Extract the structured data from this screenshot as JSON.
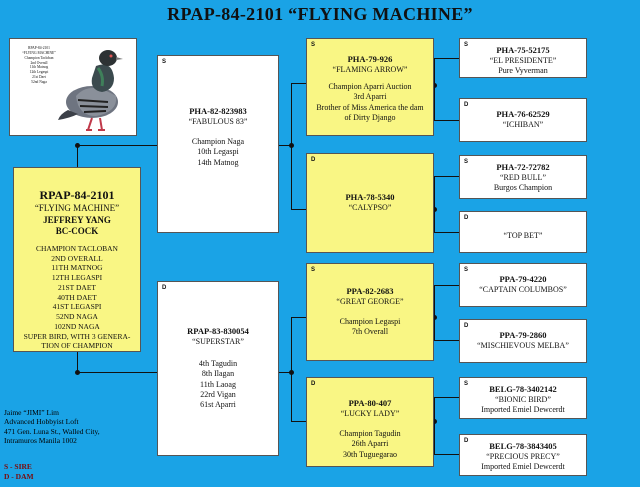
{
  "title": "RPAP-84-2101 “FLYING MACHINE”",
  "photo": {
    "caption_lines": [
      "RPAP-84-2101",
      "“FLYING MACHINE”",
      "Champion Tacloban",
      "2nd Overall",
      "11th Matnog",
      "12th Legaspi",
      "21st Daet",
      "52nd Naga"
    ]
  },
  "subject": {
    "id": "RPAP-84-2101",
    "name": "“FLYING MACHINE”",
    "owner": "JEFFREY YANG",
    "sex": "BC-COCK",
    "achievements": [
      "CHAMPION TACLOBAN",
      "2ND OVERALL",
      "11TH MATNOG",
      "12TH LEGASPI",
      "21ST DAET",
      "40TH DAET",
      "41ST LEGASPI",
      "52ND NAGA",
      "102ND NAGA",
      "SUPER BIRD, WITH 3 GENERA-",
      "TION OF CHAMPION"
    ]
  },
  "sire": {
    "tag": "S",
    "id": "PHA-82-823983",
    "name": "“FABULOUS 83”",
    "achievements": [
      "Champion Naga",
      "10th Legaspi",
      "14th Matnog"
    ]
  },
  "dam": {
    "tag": "D",
    "id": "RPAP-83-830054",
    "name": "“SUPERSTAR”",
    "achievements": [
      "4th Tagudin",
      "8th Ilagan",
      "11th Laoag",
      "22rd Vigan",
      "61st Aparri"
    ]
  },
  "grandparents": [
    {
      "tag": "S",
      "id": "PHA-79-926",
      "name": "“FLAMING ARROW”",
      "notes": [
        "Champion Aparri Auction",
        "3rd Aparri",
        "Brother of Miss America the dam",
        "of Dirty Django"
      ]
    },
    {
      "tag": "D",
      "id": "PHA-78-5340",
      "name": "“CALYPSO”",
      "notes": []
    },
    {
      "tag": "S",
      "id": "PPA-82-2683",
      "name": "“GREAT GEORGE”",
      "notes": [
        "Champion Legaspi",
        "7th Overall"
      ]
    },
    {
      "tag": "D",
      "id": "PPA-80-407",
      "name": "“LUCKY LADY”",
      "notes": [
        "Champion Tagudin",
        "26th Aparri",
        "30th Tuguegarao"
      ]
    }
  ],
  "great_grandparents": [
    {
      "tag": "S",
      "id": "PHA-75-52175",
      "name": "“EL PRESIDENTE”",
      "note": "Pure Vyverman"
    },
    {
      "tag": "D",
      "id": "PHA-76-62529",
      "name": "“ICHIBAN”",
      "note": ""
    },
    {
      "tag": "S",
      "id": "PHA-72-72782",
      "name": "“RED BULL”",
      "note": "Burgos Champion"
    },
    {
      "tag": "D",
      "id": "",
      "name": "“TOP BET”",
      "note": ""
    },
    {
      "tag": "S",
      "id": "PPA-79-4220",
      "name": "“CAPTAIN COLUMBOS”",
      "note": ""
    },
    {
      "tag": "D",
      "id": "PPA-79-2860",
      "name": "“MISCHIEVOUS MELBA”",
      "note": ""
    },
    {
      "tag": "S",
      "id": "BELG-78-3402142",
      "name": "“BIONIC BIRD”",
      "note": "Imported Emiel Dewcerdt"
    },
    {
      "tag": "D",
      "id": "BELG-78-3843405",
      "name": "“PRECIOUS PRECY”",
      "note": "Imported Emiel Dewcerdt"
    }
  ],
  "breeder": [
    "Jaime “JIMI” Lim",
    "Advanced Hobbyist Loft",
    "471 Gen. Luna St., Walled City,",
    "Intramuros Manila 1002"
  ],
  "legend": [
    "S - SIRE",
    "D - DAM"
  ]
}
